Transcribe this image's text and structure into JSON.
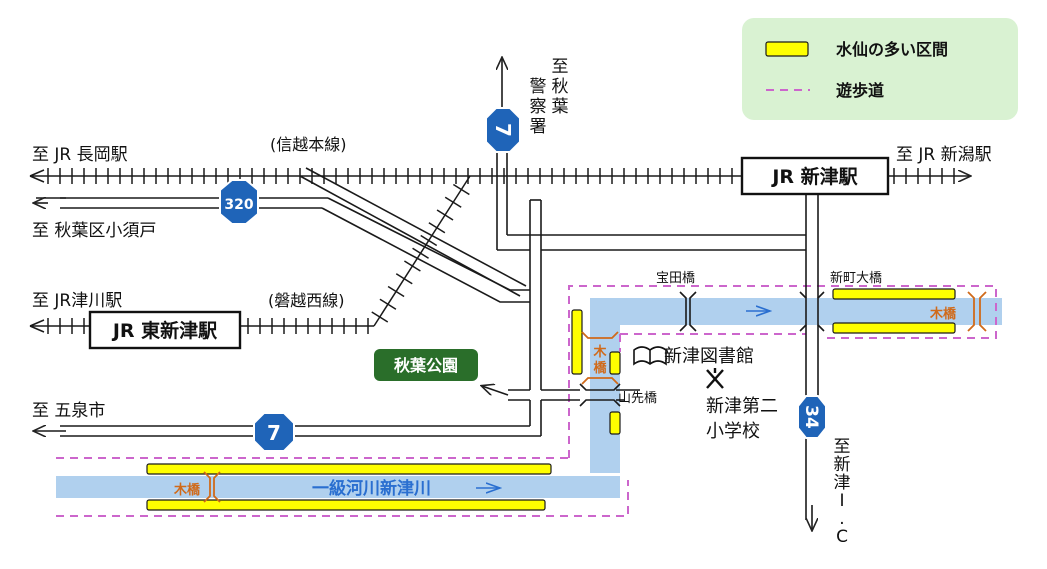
{
  "legend": {
    "bridge_section_label": "水仙の多い区間",
    "walkway_label": "遊歩道",
    "highlight_color": "#ffff00",
    "walkway_color": "#cc66cc",
    "river_color": "#b0d0ee",
    "background_color": "#d9f2d2"
  },
  "stations": {
    "niitsu": "JR 新津駅",
    "higashi_niitsu": "JR 東新津駅"
  },
  "lines": {
    "shinetsu": "(信越本線)",
    "banetsu_west": "(磐越西線)"
  },
  "destinations": {
    "nagaoka": "至 JR 長岡駅",
    "niigata": "至 JR 新潟駅",
    "kosudo": "至 秋葉区小須戸",
    "niitsu_gawa": "至 JR津川駅",
    "gosen": "至 五泉市",
    "akiha_police": [
      "至",
      "秋",
      "葉",
      "警",
      "察",
      "署"
    ],
    "niitsu_ic": [
      "至",
      "新",
      "津",
      "I",
      ".",
      "C"
    ]
  },
  "routes": {
    "r320": "320",
    "r7_top": "7",
    "r7_bottom": "7",
    "r34": "34"
  },
  "places": {
    "akiha_park": "秋葉公園",
    "library": "新津図書館",
    "school_line1": "新津第二",
    "school_line2": "小学校"
  },
  "bridges": {
    "takarada": "宝田橋",
    "shinmachi_ohashi": "新町大橋",
    "yamasaki": "山先橋",
    "wooden_right": "木橋",
    "wooden_bottom": "木橋",
    "wooden_left": [
      "木",
      "橋"
    ]
  },
  "river": {
    "name": "一級河川新津川"
  }
}
